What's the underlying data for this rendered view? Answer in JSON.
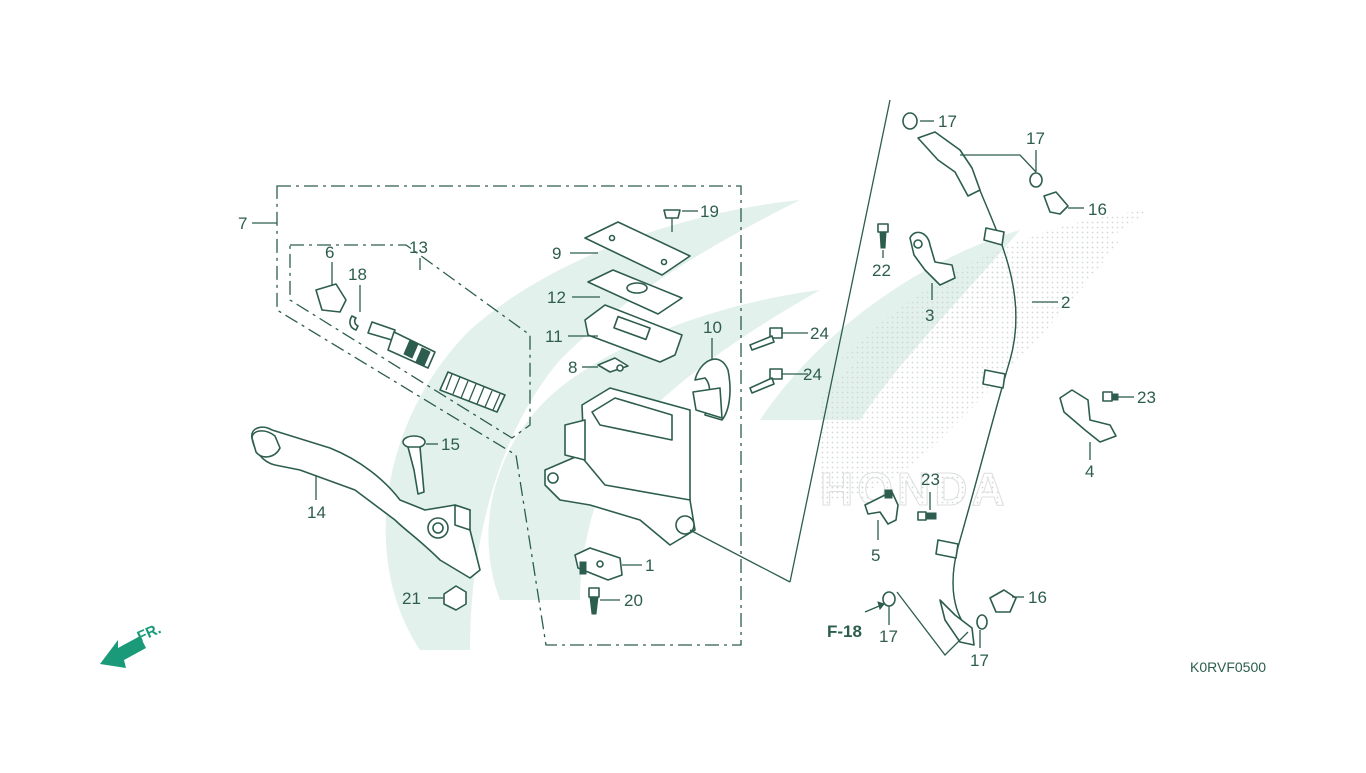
{
  "diagram": {
    "drawing_code": "K0RVF0500",
    "reference_label": "F-18",
    "direction_label": "FR.",
    "callouts": [
      {
        "id": "c1",
        "num": "1"
      },
      {
        "id": "c2",
        "num": "2"
      },
      {
        "id": "c3",
        "num": "3"
      },
      {
        "id": "c4",
        "num": "4"
      },
      {
        "id": "c5",
        "num": "5"
      },
      {
        "id": "c6",
        "num": "6"
      },
      {
        "id": "c7",
        "num": "7"
      },
      {
        "id": "c8",
        "num": "8"
      },
      {
        "id": "c9",
        "num": "9"
      },
      {
        "id": "c10",
        "num": "10"
      },
      {
        "id": "c11",
        "num": "11"
      },
      {
        "id": "c12",
        "num": "12"
      },
      {
        "id": "c13",
        "num": "13"
      },
      {
        "id": "c14",
        "num": "14"
      },
      {
        "id": "c15",
        "num": "15"
      },
      {
        "id": "c16a",
        "num": "16"
      },
      {
        "id": "c16b",
        "num": "16"
      },
      {
        "id": "c17a",
        "num": "17"
      },
      {
        "id": "c17b",
        "num": "17"
      },
      {
        "id": "c17c",
        "num": "17"
      },
      {
        "id": "c17d",
        "num": "17"
      },
      {
        "id": "c18",
        "num": "18"
      },
      {
        "id": "c19",
        "num": "19"
      },
      {
        "id": "c20",
        "num": "20"
      },
      {
        "id": "c21",
        "num": "21"
      },
      {
        "id": "c22",
        "num": "22"
      },
      {
        "id": "c23a",
        "num": "23"
      },
      {
        "id": "c23b",
        "num": "23"
      },
      {
        "id": "c24a",
        "num": "24"
      },
      {
        "id": "c24b",
        "num": "24"
      }
    ],
    "colors": {
      "ink": "#2d5d4e",
      "accent": "#1b9a7a",
      "watermark": "#e3f1ec"
    }
  }
}
